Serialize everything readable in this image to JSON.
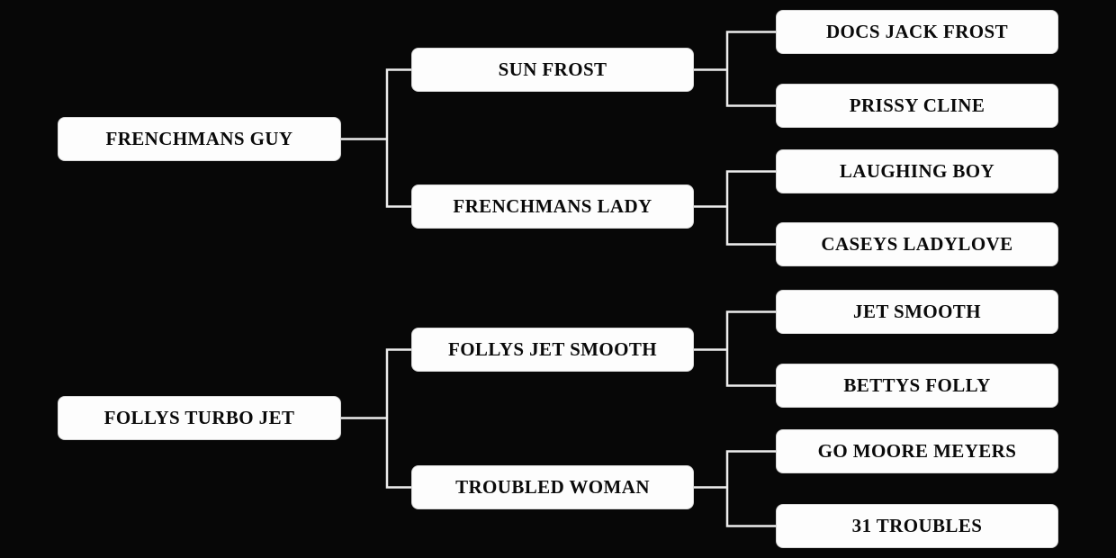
{
  "pedigree": {
    "trees": [
      {
        "name": "FRENCHMANS GUY",
        "children": [
          {
            "name": "SUN FROST",
            "children": [
              {
                "name": "DOCS JACK FROST"
              },
              {
                "name": "PRISSY CLINE"
              }
            ]
          },
          {
            "name": "FRENCHMANS LADY",
            "children": [
              {
                "name": "LAUGHING BOY"
              },
              {
                "name": "CASEYS LADYLOVE"
              }
            ]
          }
        ]
      },
      {
        "name": "FOLLYS TURBO JET",
        "children": [
          {
            "name": "FOLLYS JET SMOOTH",
            "children": [
              {
                "name": "JET SMOOTH"
              },
              {
                "name": "BETTYS FOLLY"
              }
            ]
          },
          {
            "name": "TROUBLED WOMAN",
            "children": [
              {
                "name": "GO MOORE MEYERS"
              },
              {
                "name": "31 TROUBLES"
              }
            ]
          }
        ]
      }
    ],
    "colors": {
      "background": "#070707",
      "node_background": "#fdfdfd",
      "node_text": "#0a0a0a",
      "connector_line": "#ededed"
    }
  }
}
